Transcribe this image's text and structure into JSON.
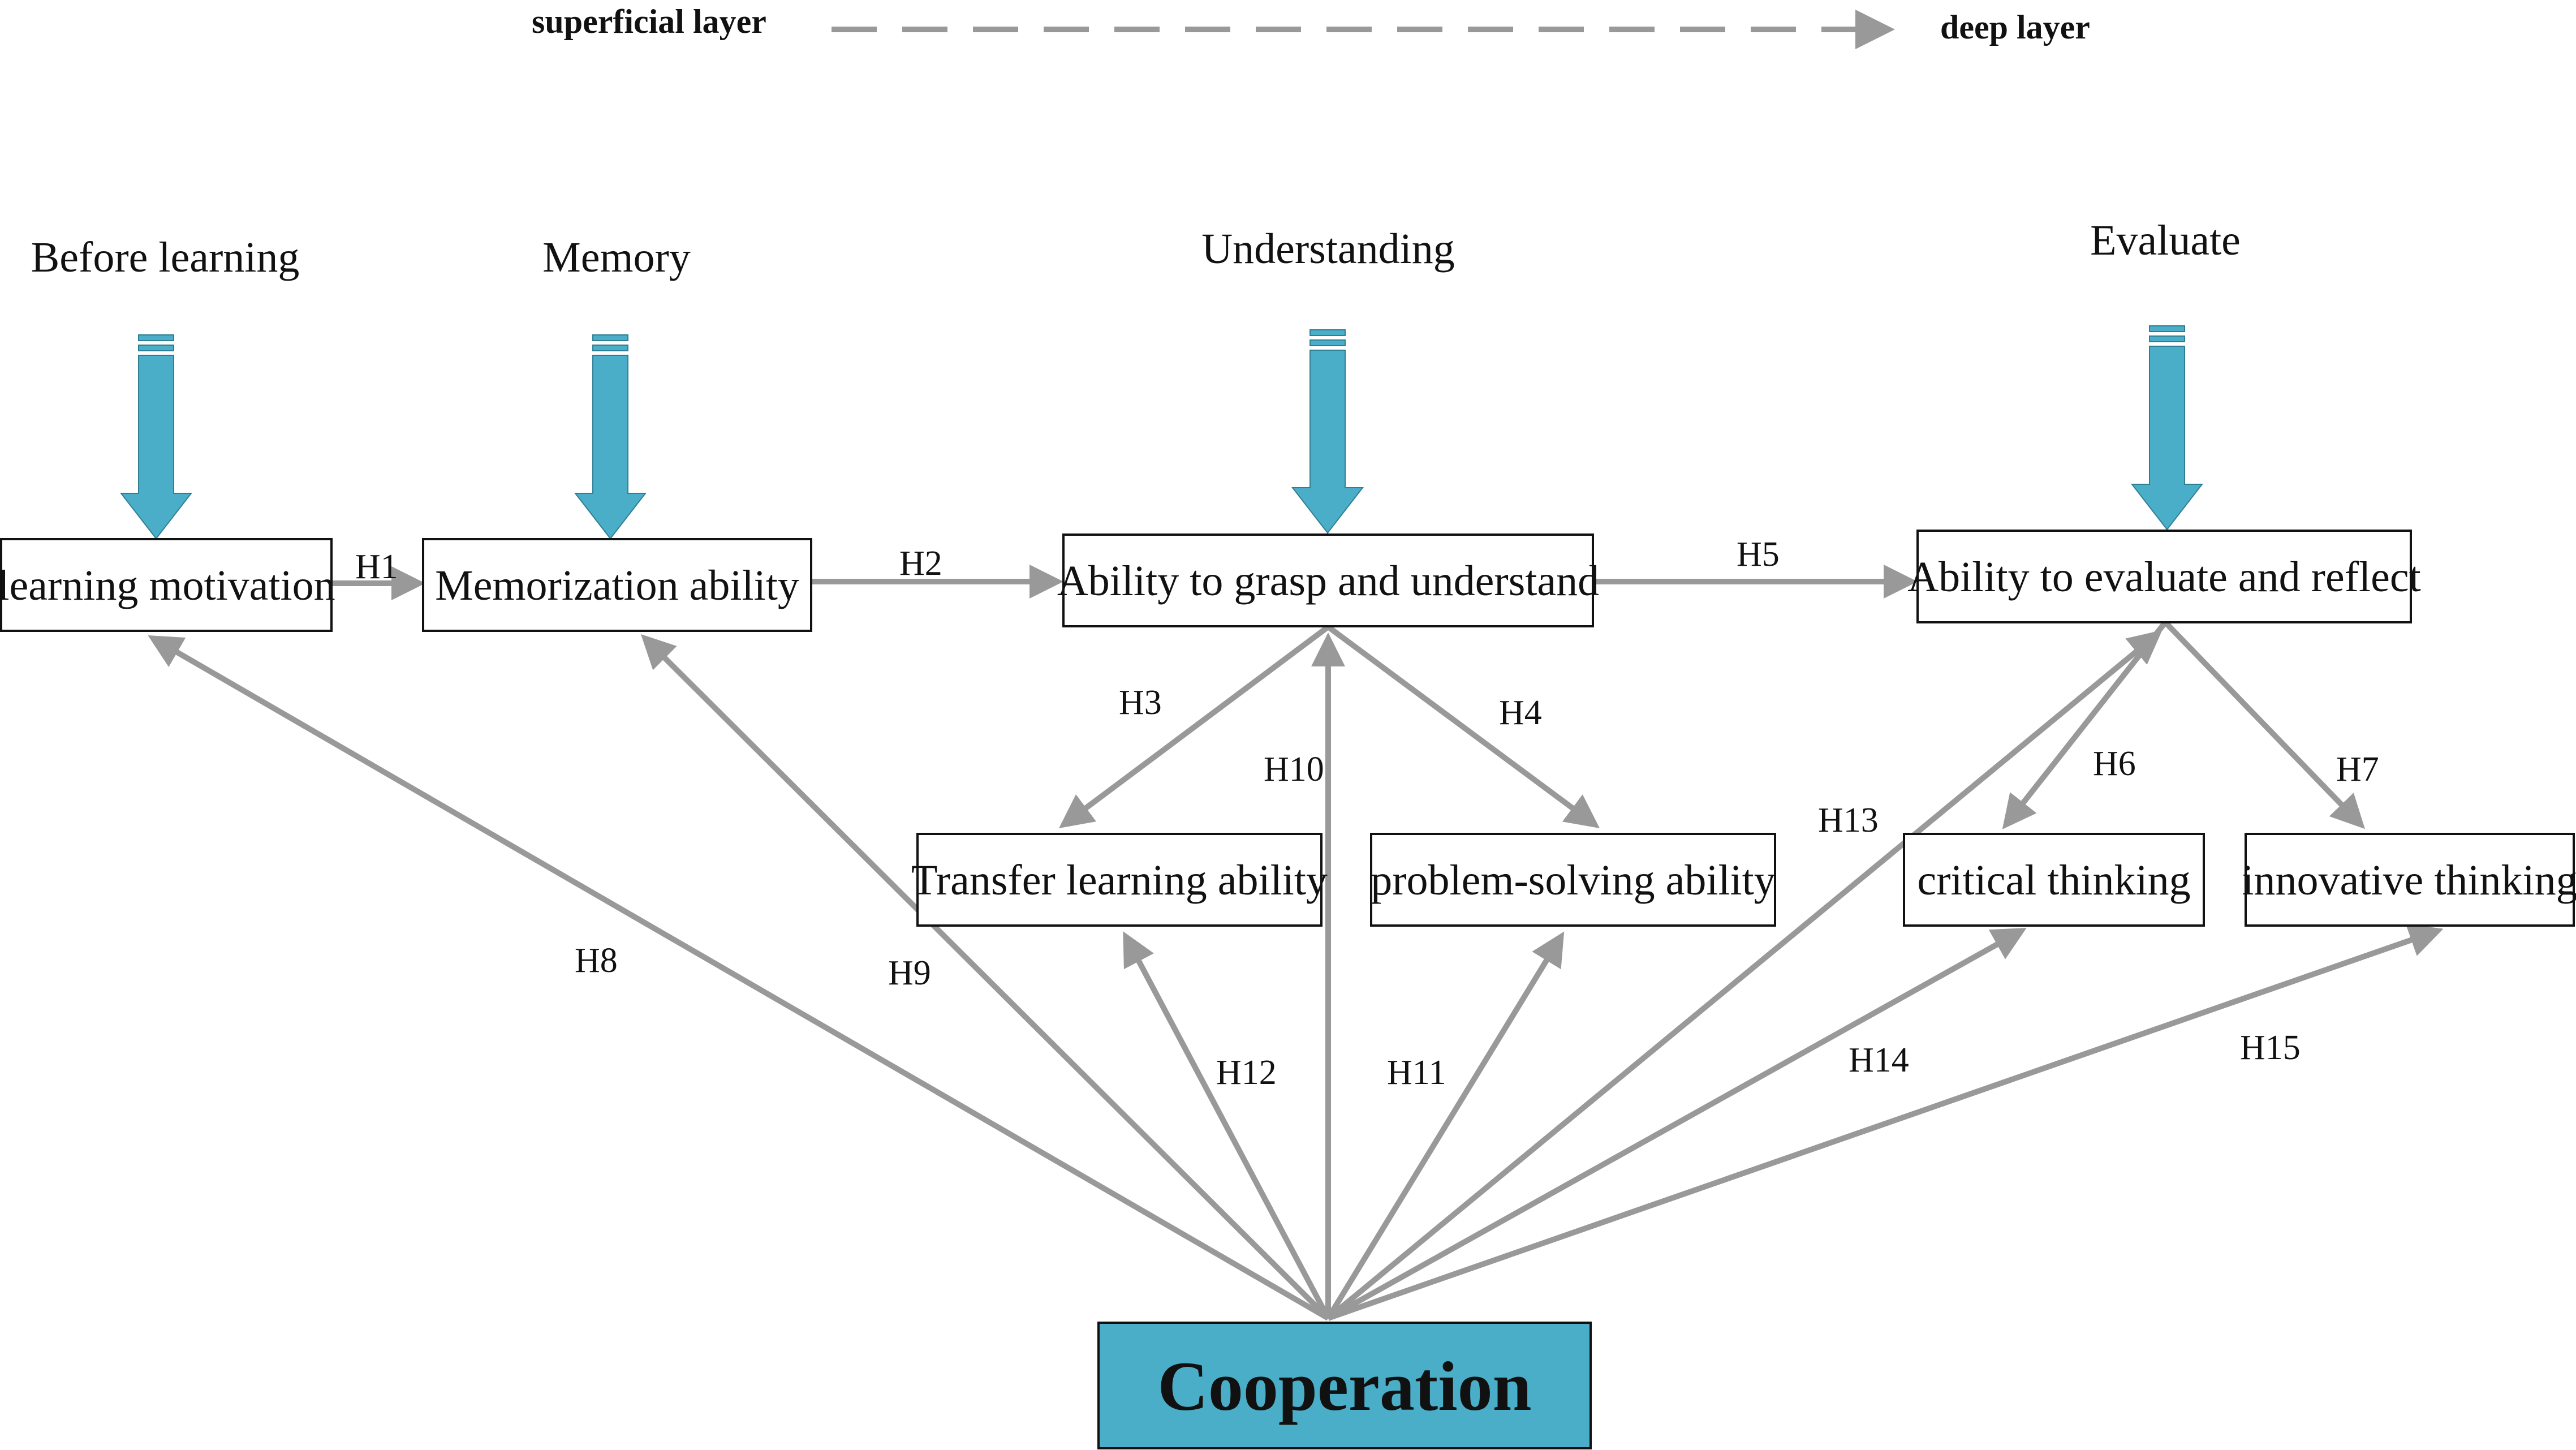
{
  "legend": {
    "from_label": "superficial layer",
    "to_label": "deep layer"
  },
  "stages": {
    "before_learning": "Before learning",
    "memory": "Memory",
    "understanding": "Understanding",
    "evaluate": "Evaluate"
  },
  "nodes": {
    "learning_motivation": "learning motivation",
    "memorization_ability": "Memorization ability",
    "grasp_understand": "Ability to grasp and understand",
    "evaluate_reflect": "Ability to evaluate and reflect",
    "transfer_learning": "Transfer learning ability",
    "problem_solving": "problem-solving ability",
    "critical_thinking": "critical thinking",
    "innovative_thinking": "innovative thinking",
    "cooperation": "Cooperation"
  },
  "hypotheses": {
    "h1": "H1",
    "h2": "H2",
    "h3": "H3",
    "h4": "H4",
    "h5": "H5",
    "h6": "H6",
    "h7": "H7",
    "h8": "H8",
    "h9": "H9",
    "h10": "H10",
    "h11": "H11",
    "h12": "H12",
    "h13": "H13",
    "h14": "H14",
    "h15": "H15"
  },
  "colors": {
    "accent_blue": "#4aaec8",
    "arrow_gray": "#999999"
  }
}
